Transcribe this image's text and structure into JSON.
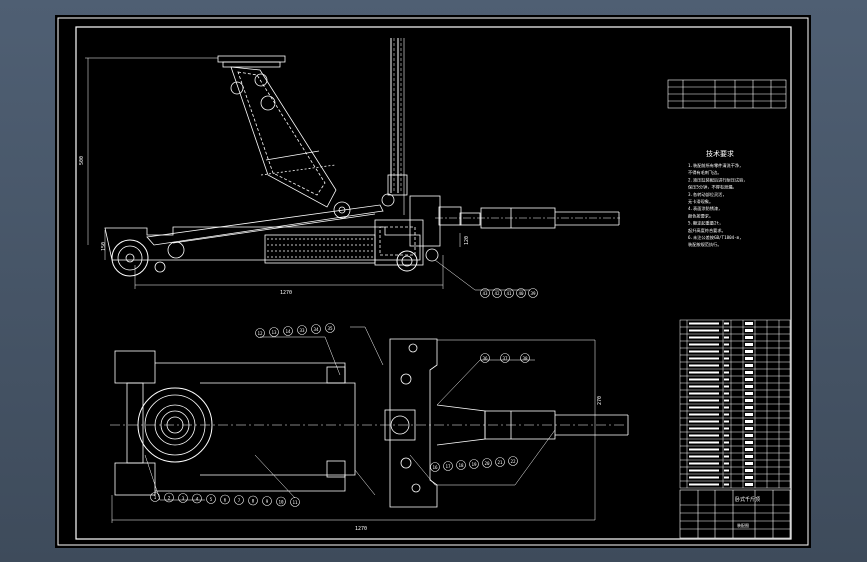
{
  "drawing": {
    "tech_req_title": "技术要求",
    "tech_req_lines": [
      "1.装配前所有零件清洗干净，",
      "  不得有毛刺飞边。",
      "2.液压缸装配后进行耐压试验，",
      "  保压5分钟，不得有泄漏。",
      "3.各转动部位灵活，",
      "  无卡滞现象。",
      "4.表面涂防锈漆，",
      "  颜色按要求。",
      "5.额定起重量2t，",
      "  起升高度符合要求。",
      "6.未注公差按GB/T1804-m，",
      "  装配按规范执行。"
    ],
    "dim_top_length": "1270",
    "dim_top_height": "500",
    "dim_top_small": "150",
    "dim_top_right": "120",
    "dim_plan_length": "1270",
    "dim_plan_height": "270",
    "balloons_top": [
      "43",
      "42",
      "41",
      "40",
      "39"
    ],
    "balloons_plan_top": [
      "12",
      "13",
      "14",
      "33",
      "34",
      "35"
    ],
    "balloons_plan_right": [
      "36",
      "37",
      "38"
    ],
    "balloons_plan_bottom": [
      "1",
      "2",
      "3",
      "4",
      "5",
      "6",
      "7",
      "8",
      "9",
      "10",
      "11"
    ],
    "balloons_plan_low": [
      "16",
      "17",
      "18",
      "19",
      "20",
      "21",
      "22"
    ],
    "title_block_name": "卧式千斤顶",
    "title_block_sub": "装配图"
  }
}
